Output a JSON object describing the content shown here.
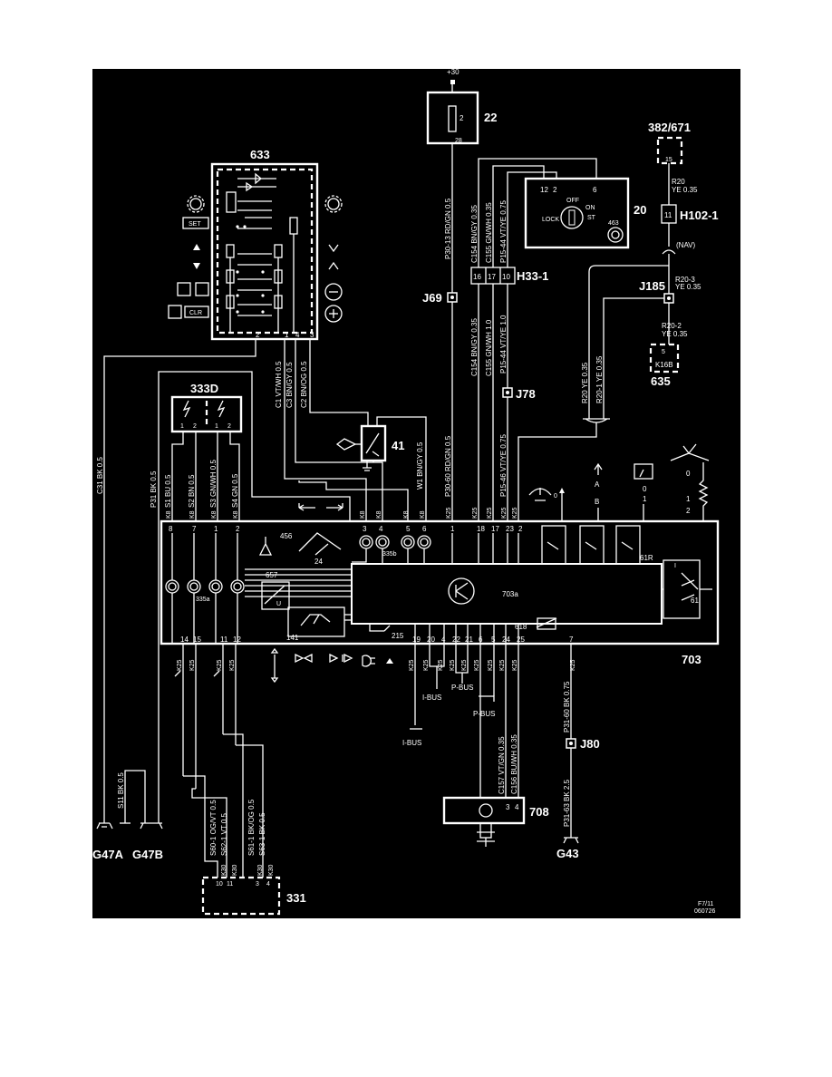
{
  "colors": {
    "background": "#000000",
    "line": "#ffffff",
    "page": "#ffffff"
  },
  "supply": "+30",
  "components": {
    "fuse": {
      "id": "22",
      "pin_top": "2",
      "pin_bottom": "28"
    },
    "ignition": {
      "id": "20",
      "pins": [
        "12",
        "2",
        "6"
      ],
      "lock": "LOCK",
      "off": "OFF",
      "on": "ON",
      "st": "ST",
      "sub": "463"
    },
    "c382": {
      "id": "382/671",
      "pin": "15"
    },
    "h102": {
      "id": "H102-1",
      "pin": "11"
    },
    "nav": "(NAV)",
    "j185": "J185",
    "k16b": {
      "id": "K16B",
      "pin": "5",
      "num": "635"
    },
    "h33": {
      "id": "H33-1",
      "pins": [
        "16",
        "17",
        "10"
      ]
    },
    "j69": "J69",
    "j78": "J78",
    "sw633": {
      "id": "633",
      "set": "SET",
      "clr": "CLR",
      "pins": [
        "2",
        "1",
        "4",
        "3"
      ]
    },
    "sw333d": {
      "id": "333D",
      "pins": [
        "1",
        "2",
        "1",
        "2"
      ]
    },
    "m41": "41",
    "unit703": {
      "id": "703",
      "ecu": "703a",
      "labels": [
        "456",
        "24",
        "657",
        "141",
        "215",
        "618",
        "61R",
        "61",
        "335b",
        "335a"
      ],
      "top_pins": [
        "8",
        "7",
        "1",
        "2",
        "3",
        "4",
        "5",
        "6",
        "1",
        "18",
        "17",
        "23",
        "2"
      ],
      "bottom_pins": [
        "14",
        "15",
        "11",
        "12",
        "19",
        "20",
        "4",
        "22",
        "21",
        "6",
        "5",
        "24",
        "25",
        "7"
      ]
    },
    "bus": {
      "ibus": "I-BUS",
      "pbus": "P-BUS"
    },
    "m708": "708",
    "j80": "J80",
    "ground": {
      "g47a": "G47A",
      "g47b": "G47B",
      "g43": "G43"
    },
    "c331": {
      "id": "331",
      "pins": [
        "10",
        "11",
        "3",
        "4"
      ]
    },
    "footer": {
      "fig": "F7/11",
      "code": "060726"
    }
  },
  "wires": {
    "p30_13": "P30-13  RD/GN  0.5",
    "p30_60": "P30-60  RD/GN  0.5",
    "c154": "C154  BN/GY  0.35",
    "c155": "C155  GN/WH  0.35",
    "p15_44": "P15-44  VT/YE  0.75",
    "c154b": "C154  BN/GY  0.35",
    "c155b": "C155  GN/WH  1.0",
    "p15_44b": "P15-44  VT/YE  1.0",
    "p15_46": "P15-46  VT/YE  0.75",
    "r20": "R20",
    "r20_col": "YE  0.35",
    "r20_3": "R20-3",
    "r20_3c": "YE  0.35",
    "r20_2": "R20-2",
    "r20_2c": "YE  0.35",
    "r20_ye": "R20  YE  0.35",
    "r20_1": "R20-1  YE  0.35",
    "c1": "C1  VT/WH  0.5",
    "c3": "C3  BN/GY  0.5",
    "c2": "C2  BN/OG  0.5",
    "w1": "W1  BN/GY  0.5",
    "c31": "C31  BK  0.5",
    "p31": "P31  BK  0.5",
    "s1": "S1  BU  0.5",
    "s2": "S2  BN  0.5",
    "s3": "S3  GN/WH  0.5",
    "s4": "S4  GN  0.5",
    "s11": "S11  BK  0.5",
    "s60": "S60-1  OG/VT  0.5",
    "s62": "S62-1  VT  0.5",
    "s61": "S61-1  BK/OG  0.5",
    "s63": "S63-1  BK  0.5",
    "c157": "C157  VT/GN  0.35",
    "c156": "C156  BU/WH  0.35",
    "p31_60": "P31-60  BK  0.75",
    "p31_63": "P31-63  BK  2.5",
    "k8": "K8",
    "k25": "K25",
    "k30": "K30"
  },
  "symbols": {
    "a": "A",
    "b": "B",
    "zero": "0",
    "one": "1",
    "two": "2",
    "i": "I"
  }
}
